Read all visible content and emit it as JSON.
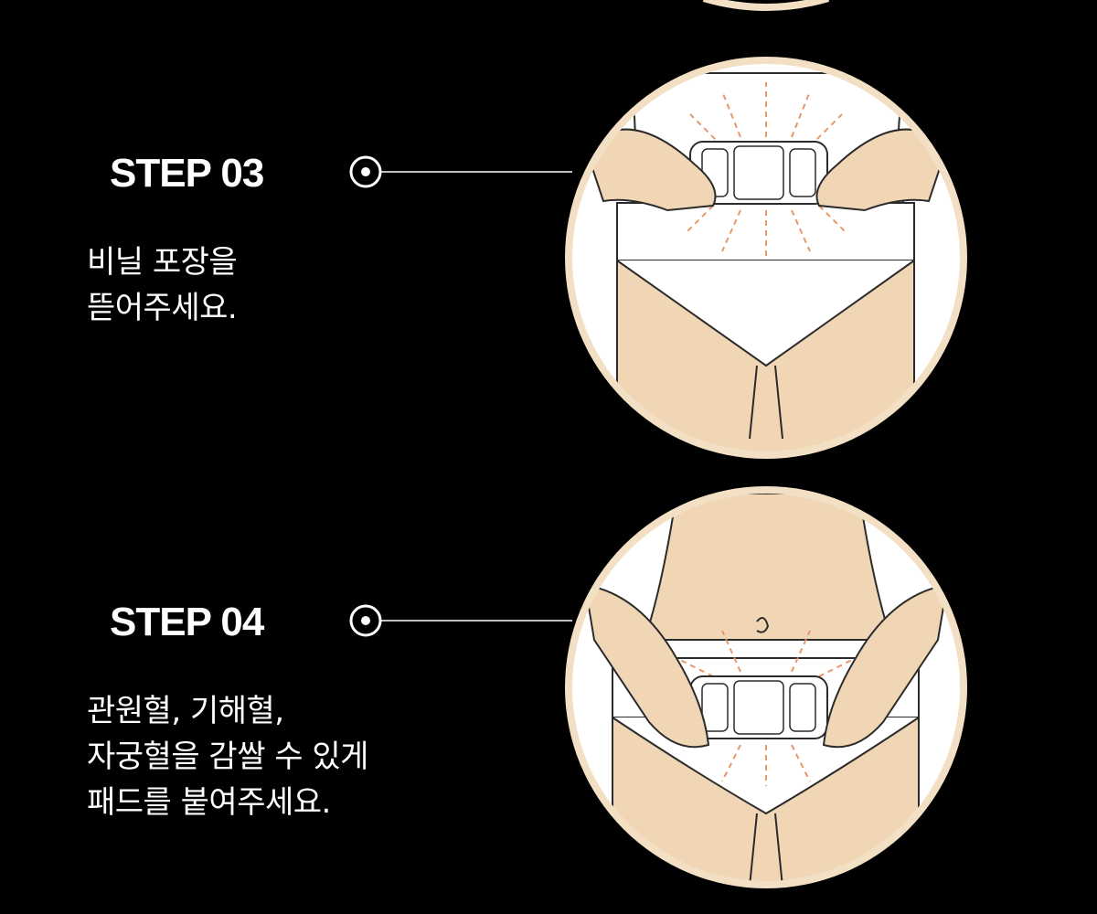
{
  "steps": [
    {
      "title": "STEP 03",
      "lines": [
        "비닐 포장을",
        "뜯어주세요."
      ]
    },
    {
      "title": "STEP 04",
      "lines": [
        "관원혈, 기해혈,",
        "자궁혈을 감쌀 수 있게",
        "패드를 붙여주세요."
      ]
    }
  ],
  "colors": {
    "background": "#000000",
    "circle_fill": "#f3e0c4",
    "skin": "#f0d6b4",
    "underwear": "#ffffff",
    "line": "#2b2b2b",
    "heat_rays": "#e8966a"
  }
}
